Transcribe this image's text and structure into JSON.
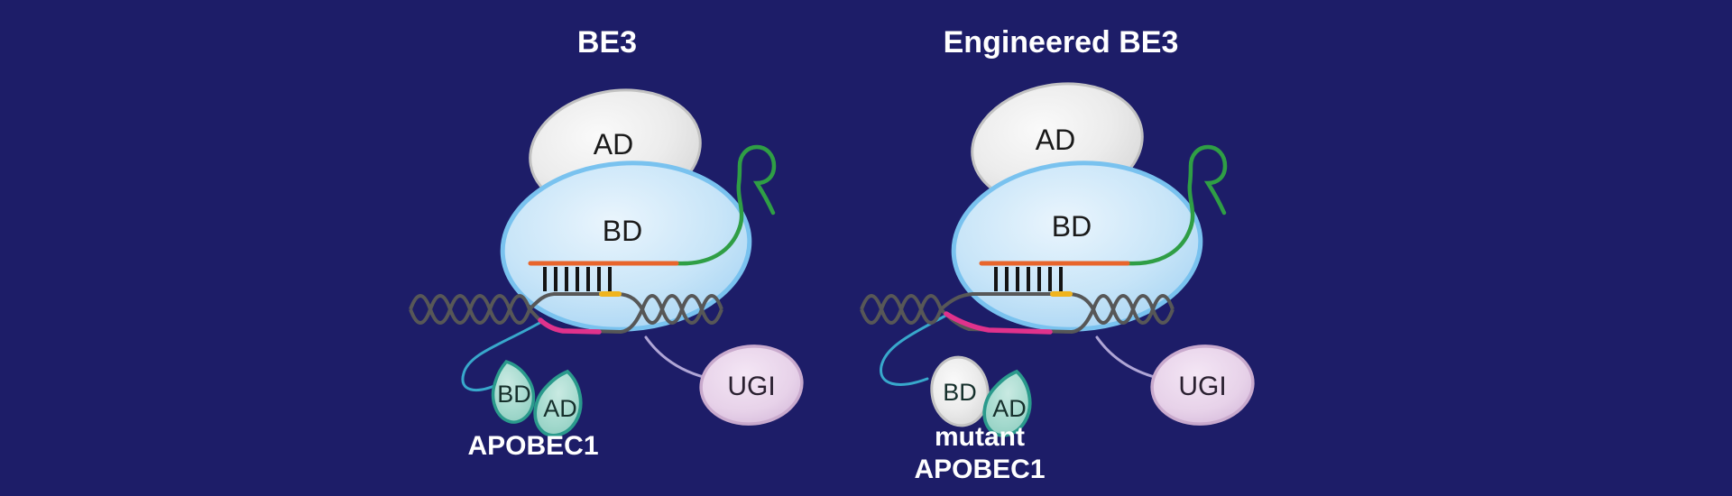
{
  "figure": {
    "panels": [
      {
        "title": "BE3",
        "cas9": {
          "ad_label": "AD",
          "bd_label": "BD"
        },
        "deaminase": {
          "bd_label": "BD",
          "ad_label": "AD",
          "name_line1": "APOBEC1",
          "name_line2": ""
        },
        "ugi_label": "UGI"
      },
      {
        "title": "Engineered BE3",
        "cas9": {
          "ad_label": "AD",
          "bd_label": "BD"
        },
        "deaminase": {
          "bd_label": "BD",
          "ad_label": "AD",
          "name_line1": "mutant",
          "name_line2": "APOBEC1"
        },
        "ugi_label": "UGI"
      }
    ],
    "colors": {
      "background": "#1d1d68",
      "cas9_body_blue": "#c8e5f8",
      "cas9_body_stroke": "#79c2ef",
      "ad_domain_gray": "#ececec",
      "deaminase_teal": "#a3d9cd",
      "deaminase_stroke": "#2a9a8c",
      "ugi_pink": "#e7d2e9",
      "ugi_stroke": "#c9aacd",
      "sgrna_green": "#2f9e45",
      "guide_orange": "#e8652c",
      "dna_gray": "#575757",
      "edited_magenta": "#e0328c",
      "pam_yellow": "#f0b41e",
      "linker_cyan": "#38a8cc",
      "linker_purple": "#b0a6d6",
      "label_dark": "#1a1a1a",
      "label_white": "#ffffff"
    }
  }
}
